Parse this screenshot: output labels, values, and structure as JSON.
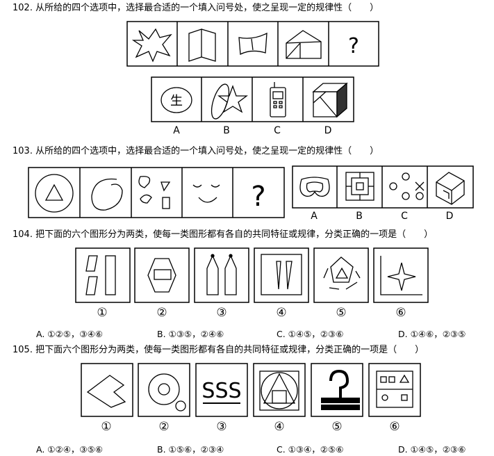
{
  "q102": {
    "text": "102. 从所给的四个选项中，选择最合适的一个填入问号处，使之呈现一定的规律性（　　）",
    "glyph_char": "生",
    "question_mark": "?",
    "labels": [
      "A",
      "B",
      "C",
      "D"
    ]
  },
  "q103": {
    "text": "103. 从所给的四个选项中，选择最合适的一个填入问号处，使之呈现一定的规律性（　　）",
    "question_mark": "?",
    "labels": [
      "A",
      "B",
      "C",
      "D"
    ]
  },
  "q104": {
    "text": "104. 把下面的六个图形分为两类，使每一类图形都有各自的共同特征或规律，分类正确的一项是（　　）",
    "numbers": [
      "①",
      "②",
      "③",
      "④",
      "⑤",
      "⑥"
    ],
    "options": [
      "A. ①②⑤，③④⑥",
      "B. ①③⑤，②④⑥",
      "C. ①④⑤，②③⑥",
      "D. ①④⑥，②③⑤"
    ]
  },
  "q105": {
    "text": "105. 把下面六个图形分为两类，使每一类图形都有各自的共同特征或规律，分类正确的一项是（　　）",
    "numbers": [
      "①",
      "②",
      "③",
      "④",
      "⑤",
      "⑥"
    ],
    "sss_text": "SSS",
    "options": [
      "A. ①②④，③⑤⑥",
      "B. ①⑤⑥，②③④",
      "C. ①③④，②⑤⑥",
      "D. ①④⑤，②③⑥"
    ]
  }
}
